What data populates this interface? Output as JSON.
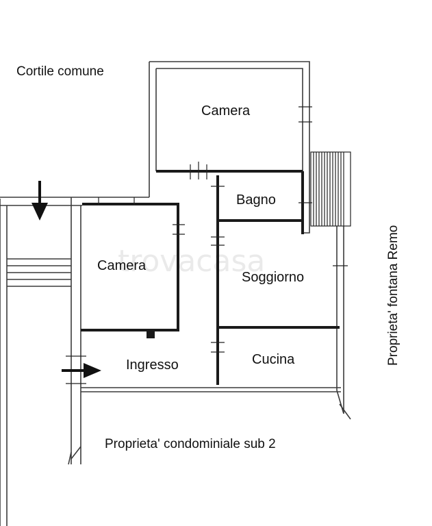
{
  "labels": {
    "courtyard": "Cortile comune",
    "right_property": "Proprieta' fontana Remo",
    "bottom_property": "Proprieta' condominiale sub 2"
  },
  "rooms": {
    "camera_top": "Camera",
    "camera_left": "Camera",
    "bagno": "Bagno",
    "soggiorno": "Soggiorno",
    "ingresso": "Ingresso",
    "cucina": "Cucina"
  },
  "watermark": "trovacasa"
}
